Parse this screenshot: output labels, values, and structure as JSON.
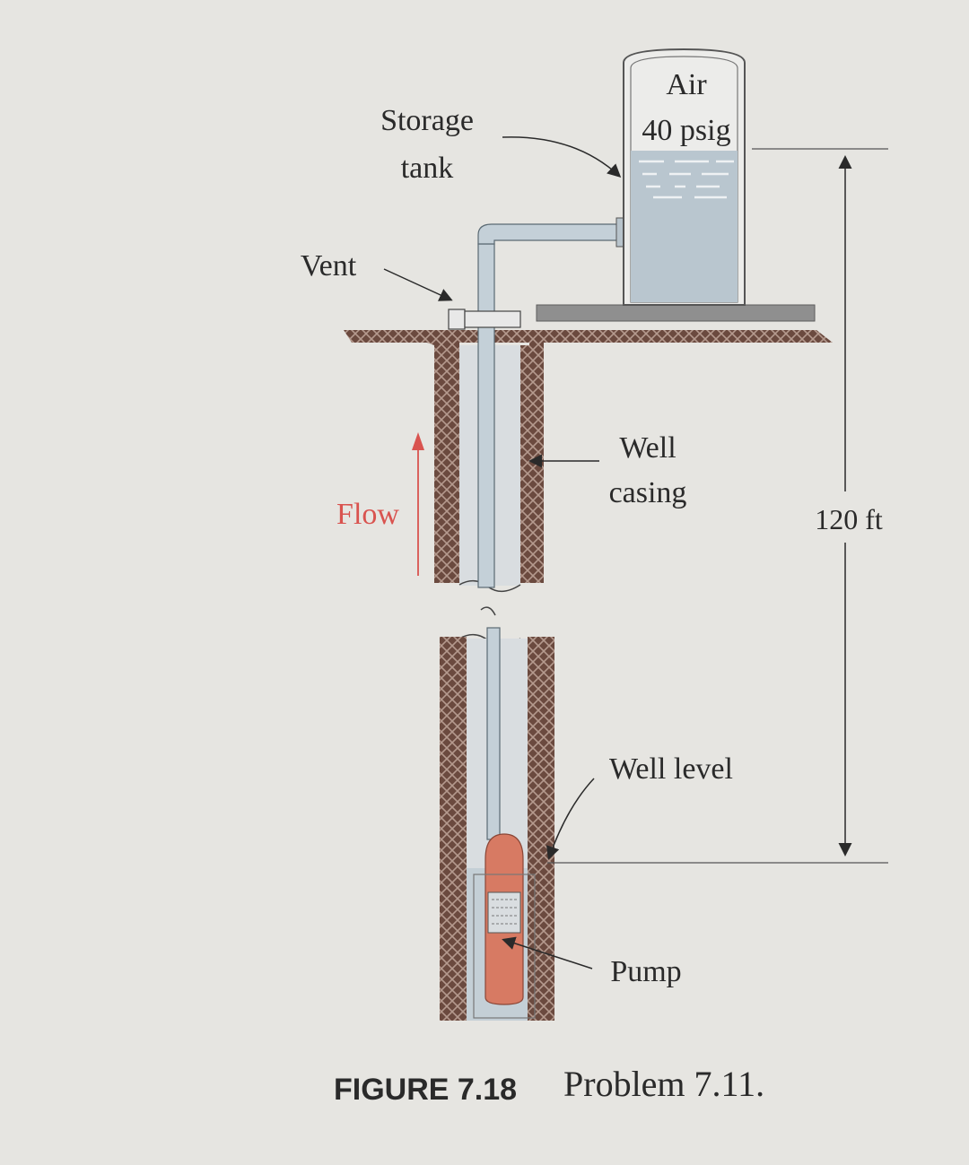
{
  "labels": {
    "air": "Air",
    "pressure": "40 psig",
    "storage_line1": "Storage",
    "storage_line2": "tank",
    "vent": "Vent",
    "flow": "Flow",
    "well_line1": "Well",
    "well_line2": "casing",
    "height": "120 ft",
    "well_level": "Well level",
    "pump": "Pump"
  },
  "caption": {
    "figure_number": "FIGURE 7.18",
    "text": "Problem 7.11."
  },
  "colors": {
    "background": "#e6e5e1",
    "soil": "#6b4a3f",
    "tank_fill": "#b9c6cf",
    "pipe": "#c4d0d8",
    "pump": "#d77a63",
    "flow_arrow": "#d9534f",
    "ink": "#2a2a2a"
  }
}
